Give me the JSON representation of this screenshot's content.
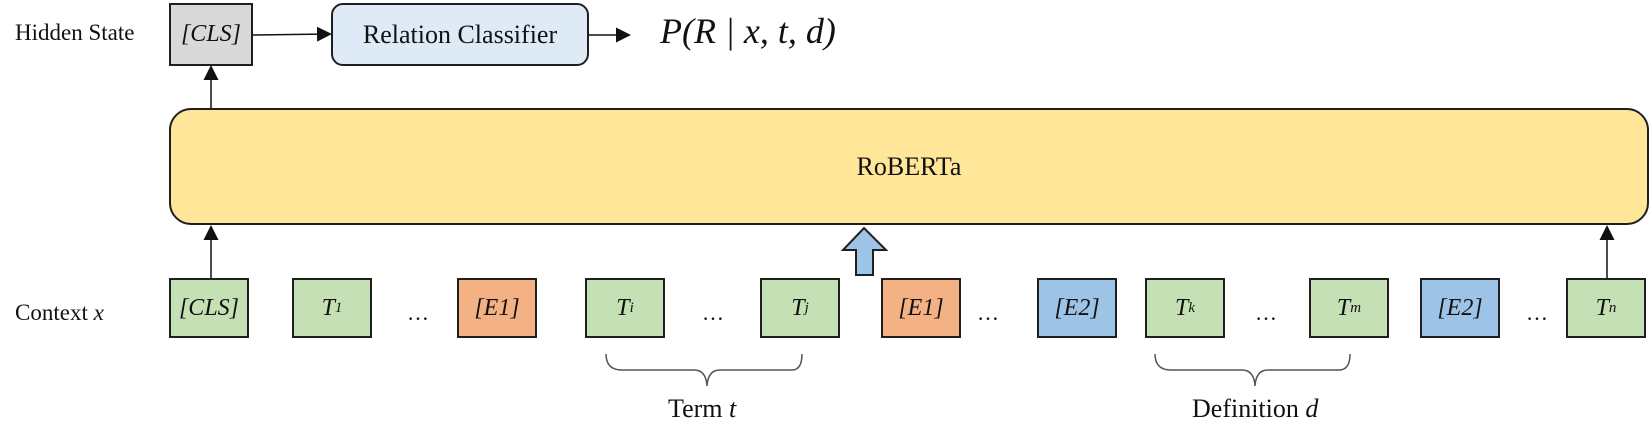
{
  "left_labels": {
    "hidden_state": "Hidden State",
    "context_prefix": "Context ",
    "context_var": "x"
  },
  "hidden_cls": "[CLS]",
  "classifier_label": "Relation Classifier",
  "output_expr": "P(R | x, t, d)",
  "encoder_label": "RoBERTa",
  "tokens": [
    {
      "base": "[CLS]",
      "sub": "",
      "italic": false
    },
    {
      "base": "T",
      "sub": "1",
      "italic": true
    },
    {
      "base": "…",
      "sub": "",
      "italic": false
    },
    {
      "base": "[E1]",
      "sub": "",
      "italic": false
    },
    {
      "base": "T",
      "sub": "i",
      "italic": true
    },
    {
      "base": "…",
      "sub": "",
      "italic": false
    },
    {
      "base": "T",
      "sub": "j",
      "italic": true
    },
    {
      "base": "[E1]",
      "sub": "",
      "italic": false
    },
    {
      "base": "…",
      "sub": "",
      "italic": false
    },
    {
      "base": "[E2]",
      "sub": "",
      "italic": false
    },
    {
      "base": "T",
      "sub": "k",
      "italic": true
    },
    {
      "base": "…",
      "sub": "",
      "italic": false
    },
    {
      "base": "T",
      "sub": "m",
      "italic": true
    },
    {
      "base": "[E2]",
      "sub": "",
      "italic": false
    },
    {
      "base": "…",
      "sub": "",
      "italic": false
    },
    {
      "base": "T",
      "sub": "n",
      "italic": true
    }
  ],
  "braces": {
    "term_word": "Term ",
    "term_var": "t",
    "def_word": "Definition ",
    "def_var": "d"
  },
  "colors": {
    "token_green": "#c5e0b4",
    "entity1_orange": "#f4b183",
    "entity2_blue": "#9dc3e6",
    "hidden_grey": "#d9d9d9",
    "encoder_yellow": "#ffe699",
    "classifier_blue": "#deebf7",
    "big_arrow_blue": "#9dc3e6"
  }
}
